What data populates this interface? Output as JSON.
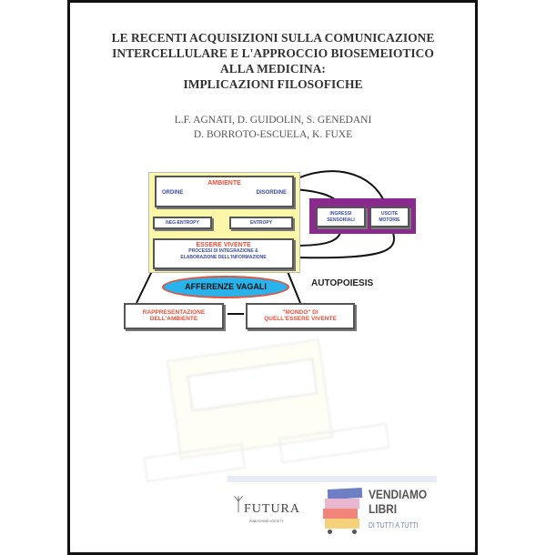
{
  "title_lines": [
    "LE RECENTI ACQUISIZIONI SULLA COMUNICAZIONE",
    "INTERCELLULARE E L'APPROCCIO BIOSEMEIOTICO",
    "ALLA MEDICINA:",
    "IMPLICAZIONI FILOSOFICHE"
  ],
  "authors_lines": [
    "L.F. AGNATI, D. GUIDOLIN, S. GENEDANI",
    "D. BORROTO-ESCUELA, K. FUXE"
  ],
  "diagram": {
    "ambiente": "AMBIENTE",
    "ordine": "ORDINE",
    "disordine": "DISORDINE",
    "neg_entropy": "NEG-ENTROPY",
    "entropy": "ENTROPY",
    "essere_vivente": "ESSERE VIVENTE",
    "processi": "PROCESSI DI INTEGRAZIONE &",
    "elaborazione": "ELABORAZIONE DELL'INFORMAZIONE",
    "ingressi": "INGRESSI SENSORIALI",
    "uscite": "USCITE MOTORIE",
    "afferenze": "AFFERENZE VAGALI",
    "autopoiesis": "AUTOPOIESIS",
    "rappresentazione": "RAPPRESENTAZIONE DELL'AMBIENTE",
    "mondo": "\"MONDO\" DI QUELL'ESSERE VIVENTE"
  },
  "publisher": {
    "name": "FUTURA",
    "tagline": "PUBLISHING SOCIETY"
  },
  "seller": {
    "line1": "VENDIAMO",
    "line2": "LIBRI",
    "tagline": "DI TUTTI A TUTTI"
  },
  "colors": {
    "yellow": "#fbf7a8",
    "purple": "#8a2a8e",
    "ellipse": "#29b3ea",
    "red": "#e8503a",
    "blue": "#3a4aa0"
  }
}
